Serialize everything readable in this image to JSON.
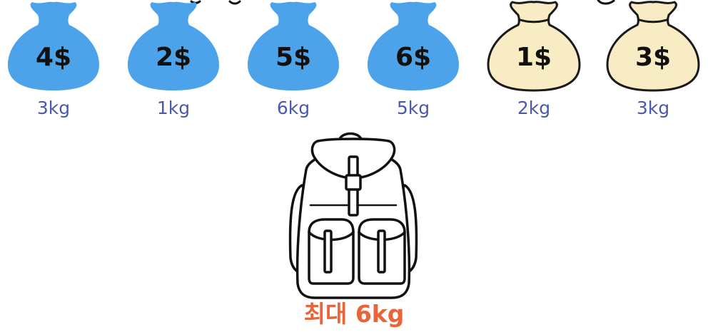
{
  "items": [
    {
      "value": "4$",
      "weight": "3kg",
      "style": "blue"
    },
    {
      "value": "2$",
      "weight": "1kg",
      "style": "blue"
    },
    {
      "value": "5$",
      "weight": "6kg",
      "style": "blue"
    },
    {
      "value": "6$",
      "weight": "5kg",
      "style": "blue"
    },
    {
      "value": "1$",
      "weight": "2kg",
      "style": "cream"
    },
    {
      "value": "3$",
      "weight": "3kg",
      "style": "cream"
    }
  ],
  "knapsack": {
    "icon": "backpack-icon",
    "capacity_label": "최대 6kg"
  },
  "colors": {
    "blue_bag": "#4da3ea",
    "cream_bag": "#f7ecc4",
    "bag_outline": "#1a1a1a",
    "weight_text": "#4a5aa8",
    "capacity_text": "#e8643a"
  }
}
